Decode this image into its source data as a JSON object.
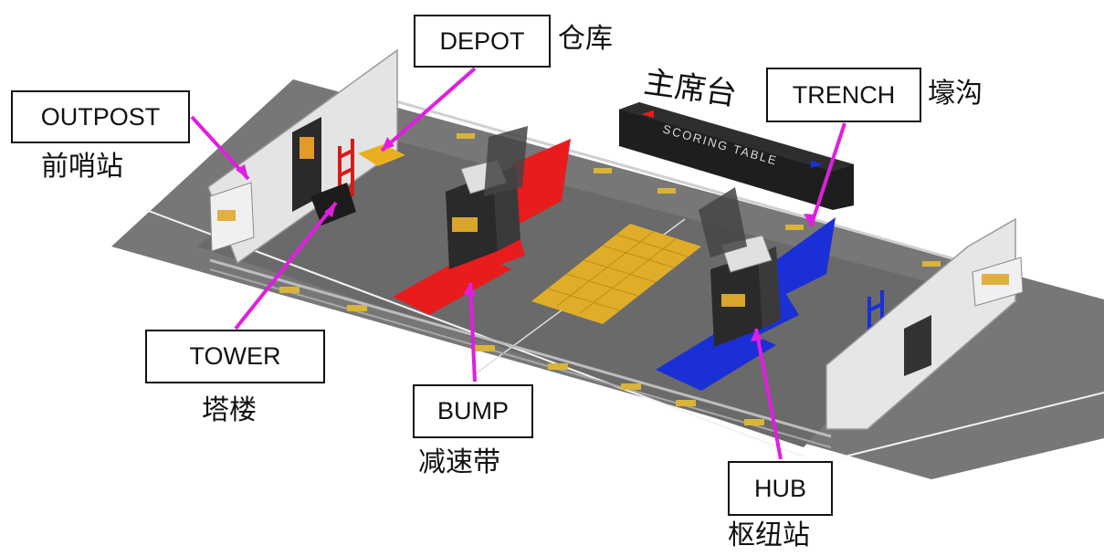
{
  "labels": {
    "depot": {
      "en": "DEPOT",
      "zh": "仓库"
    },
    "outpost": {
      "en": "OUTPOST",
      "zh": "前哨站"
    },
    "trench": {
      "en": "TRENCH",
      "zh": "壕沟"
    },
    "tower": {
      "en": "TOWER",
      "zh": "塔楼"
    },
    "bump": {
      "en": "BUMP",
      "zh": "减速带"
    },
    "hub": {
      "en": "HUB",
      "zh": "枢纽站"
    }
  },
  "scoring_table": {
    "zh": "主席台",
    "sign": "SCORING TABLE"
  },
  "colors": {
    "callout_line": "#e01ee0",
    "red_alliance": "#e81c1c",
    "blue_alliance": "#1b2fd6",
    "carpet": "#6f6f6f",
    "fuel": "#e8b020"
  }
}
